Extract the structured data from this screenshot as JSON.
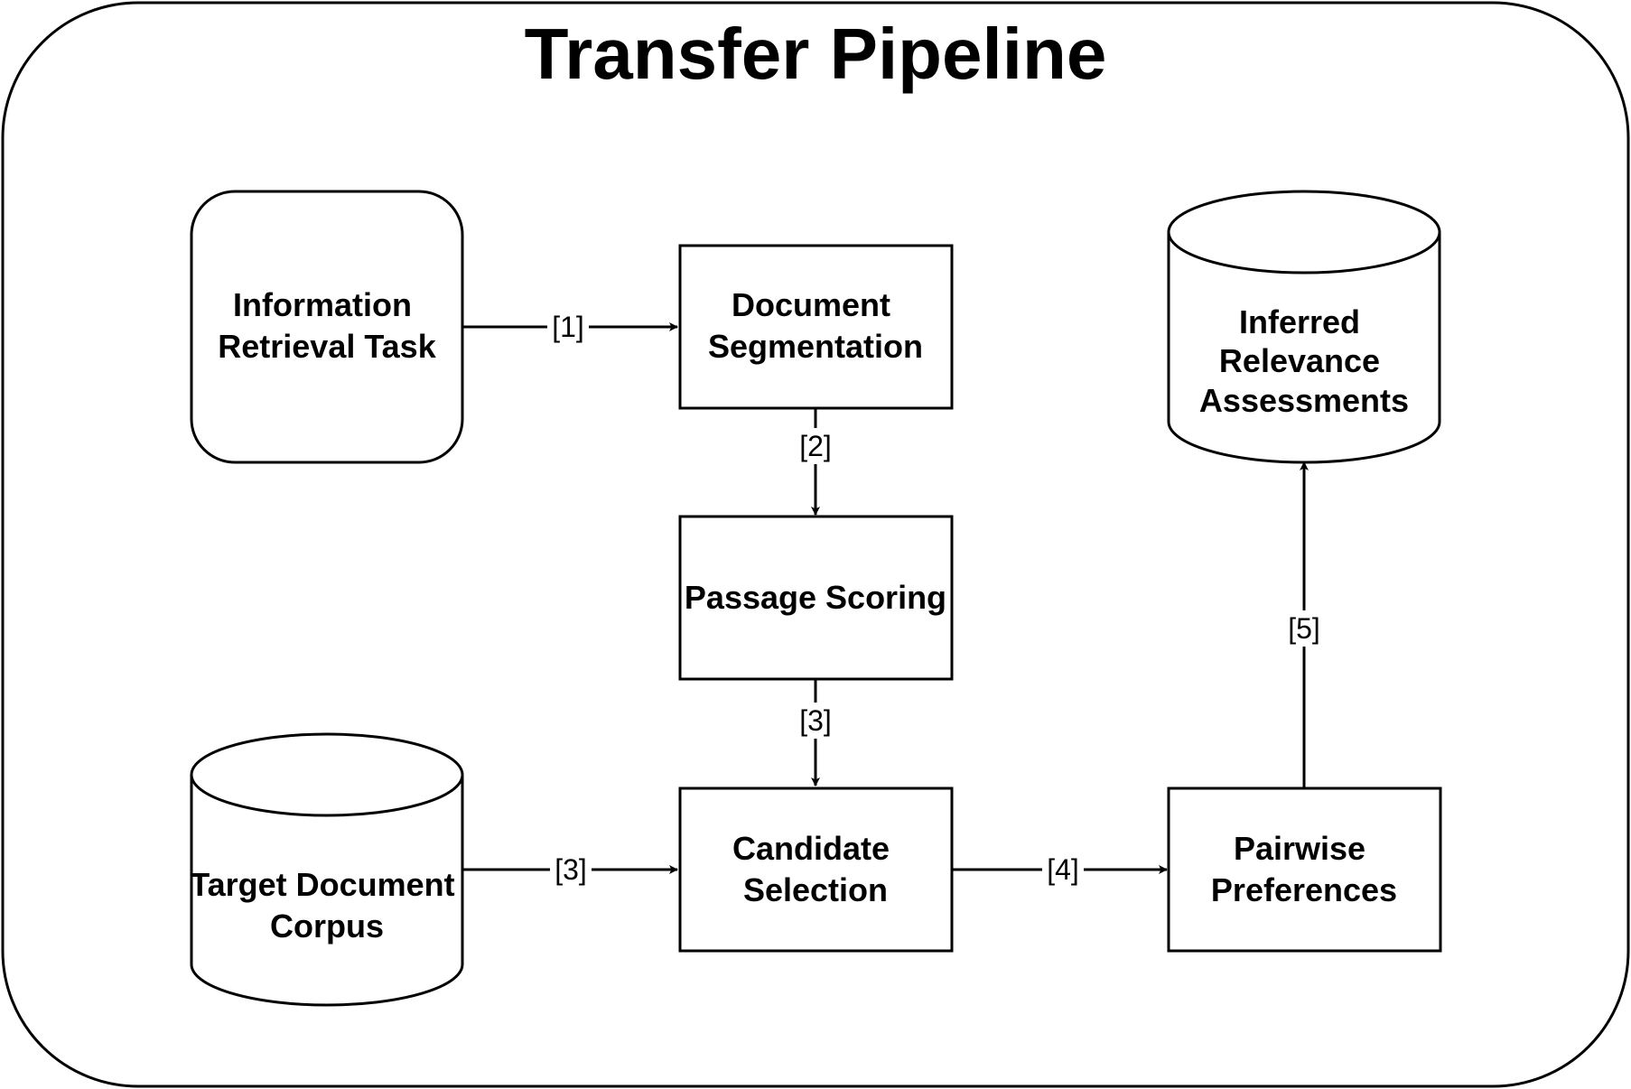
{
  "title": "Transfer Pipeline",
  "nodes": {
    "ir_task": {
      "lines": [
        "Information",
        "Retrieval Task"
      ],
      "shape": "rounded-rect"
    },
    "doc_seg": {
      "lines": [
        "Document",
        "Segmentation"
      ],
      "shape": "rect"
    },
    "passage_scoring": {
      "lines": [
        "Passage Scoring"
      ],
      "shape": "rect"
    },
    "candidate_selection": {
      "lines": [
        "Candidate",
        "Selection"
      ],
      "shape": "rect"
    },
    "target_corpus": {
      "lines": [
        "Target Document",
        "Corpus"
      ],
      "shape": "cylinder"
    },
    "pairwise_prefs": {
      "lines": [
        "Pairwise",
        "Preferences"
      ],
      "shape": "rect"
    },
    "inferred_assess": {
      "lines": [
        "Inferred",
        "Relevance",
        "Assessments"
      ],
      "shape": "cylinder"
    }
  },
  "edges": {
    "e1": {
      "label": "[1]",
      "from": "ir_task",
      "to": "doc_seg"
    },
    "e2": {
      "label": "[2]",
      "from": "doc_seg",
      "to": "passage_scoring"
    },
    "e3a": {
      "label": "[3]",
      "from": "passage_scoring",
      "to": "candidate_selection"
    },
    "e3b": {
      "label": "[3]",
      "from": "target_corpus",
      "to": "candidate_selection"
    },
    "e4": {
      "label": "[4]",
      "from": "candidate_selection",
      "to": "pairwise_prefs"
    },
    "e5": {
      "label": "[5]",
      "from": "pairwise_prefs",
      "to": "inferred_assess"
    }
  },
  "colors": {
    "stroke": "#000000",
    "fill": "#ffffff",
    "text": "#000000"
  }
}
